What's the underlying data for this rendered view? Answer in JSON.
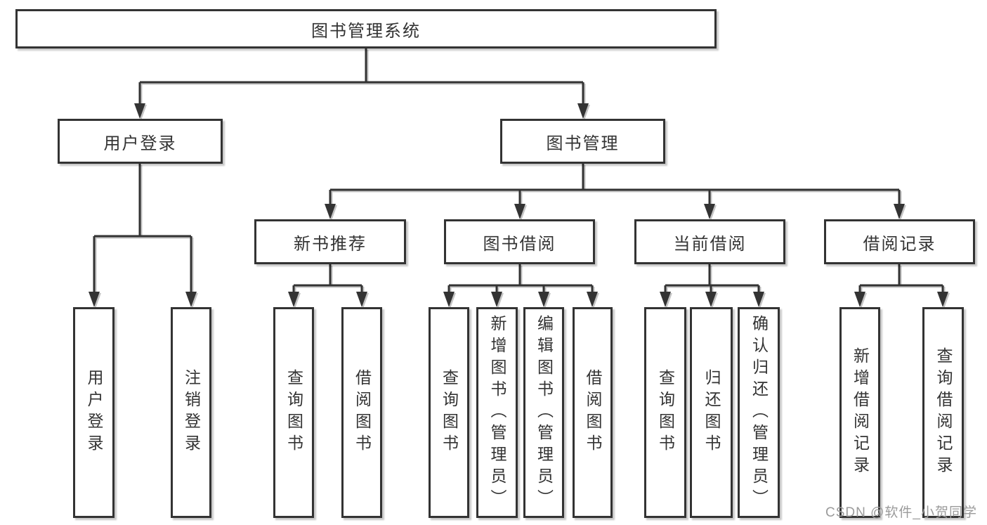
{
  "diagram_type": "hierarchy-tree",
  "tree": {
    "label": "图书管理系统",
    "children": [
      {
        "label": "用户登录",
        "children": [
          {
            "label": "用户登录"
          },
          {
            "label": "注销登录"
          }
        ]
      },
      {
        "label": "图书管理",
        "children": [
          {
            "label": "新书推荐",
            "children": [
              {
                "label": "查询图书"
              },
              {
                "label": "借阅图书"
              }
            ]
          },
          {
            "label": "图书借阅",
            "children": [
              {
                "label": "查询图书"
              },
              {
                "label": "新增图书（管理员）"
              },
              {
                "label": "编辑图书（管理员）"
              },
              {
                "label": "借阅图书"
              }
            ]
          },
          {
            "label": "当前借阅",
            "children": [
              {
                "label": "查询图书"
              },
              {
                "label": "归还图书"
              },
              {
                "label": "确认归还（管理员）"
              }
            ]
          },
          {
            "label": "借阅记录",
            "children": [
              {
                "label": "新增借阅记录"
              },
              {
                "label": "查询借阅记录"
              }
            ]
          }
        ]
      }
    ]
  },
  "watermark": {
    "text": "CSDN @软件_小贺同学"
  },
  "colors": {
    "line": "#333333",
    "line_shadow": "#c4c4c4",
    "box_border": "#333333",
    "text": "#333333",
    "watermark": "#9b9b9b",
    "background": "#ffffff"
  }
}
